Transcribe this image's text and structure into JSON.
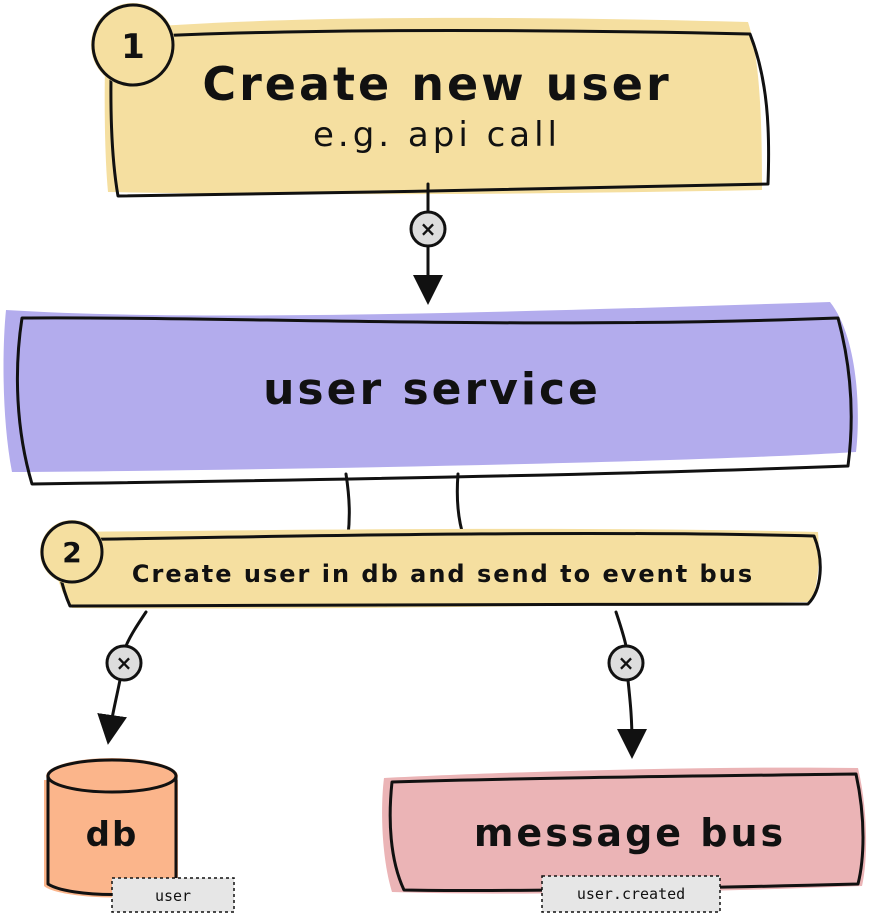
{
  "step1": {
    "number": "1",
    "title": "Create new user",
    "subtitle": "e.g. api call"
  },
  "service": {
    "label": "user service"
  },
  "step2": {
    "number": "2",
    "label": "Create user in db and send to event bus"
  },
  "db": {
    "label": "db",
    "tag": "user"
  },
  "bus": {
    "label": "message bus",
    "tag": "user.created"
  },
  "connector_symbol": "×",
  "colors": {
    "step_fill": "#f5dfa0",
    "service_fill": "#b3aced",
    "db_fill": "#fbb58b",
    "bus_fill": "#ebb4b6",
    "tag_fill": "#e6e6e6",
    "connector_fill": "#dddddd",
    "stroke": "#111111"
  }
}
